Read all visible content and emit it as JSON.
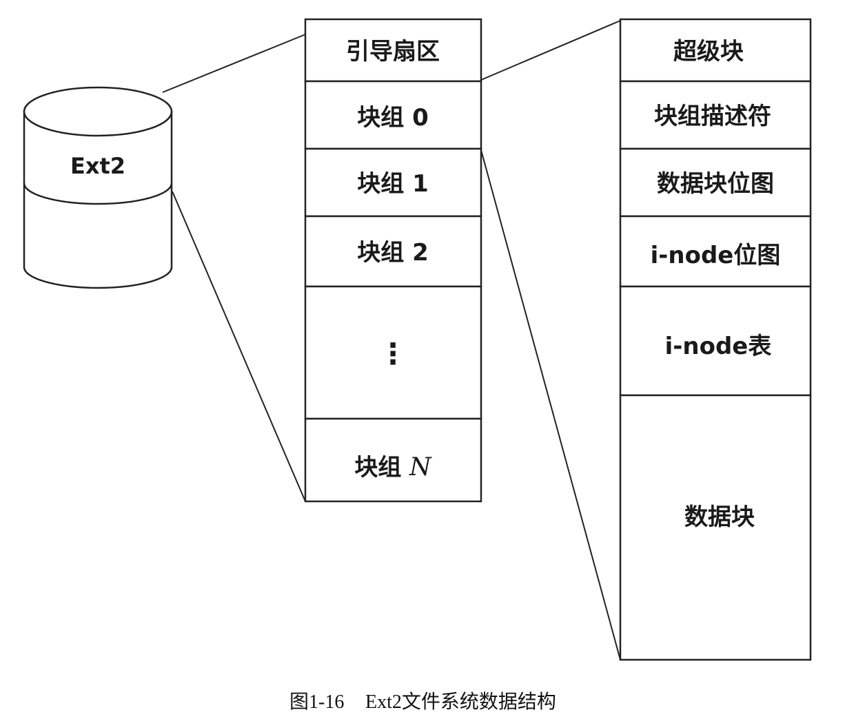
{
  "disk": {
    "label": "Ext2"
  },
  "middle_column": {
    "boot_sector": "引导扇区",
    "block_group_prefix": "块组",
    "block_group_0_num": "0",
    "block_group_1_num": "1",
    "block_group_2_num": "2",
    "ellipsis": "⋮",
    "block_group_n_num": "N"
  },
  "right_column": {
    "superblock": "超级块",
    "group_descriptor": "块组描述符",
    "data_bitmap": "数据块位图",
    "inode_bitmap": "i-node位图",
    "inode_table": "i-node表",
    "data_blocks": "数据块"
  },
  "caption": {
    "figure_number": "图1-16",
    "title": "Ext2文件系统数据结构"
  }
}
